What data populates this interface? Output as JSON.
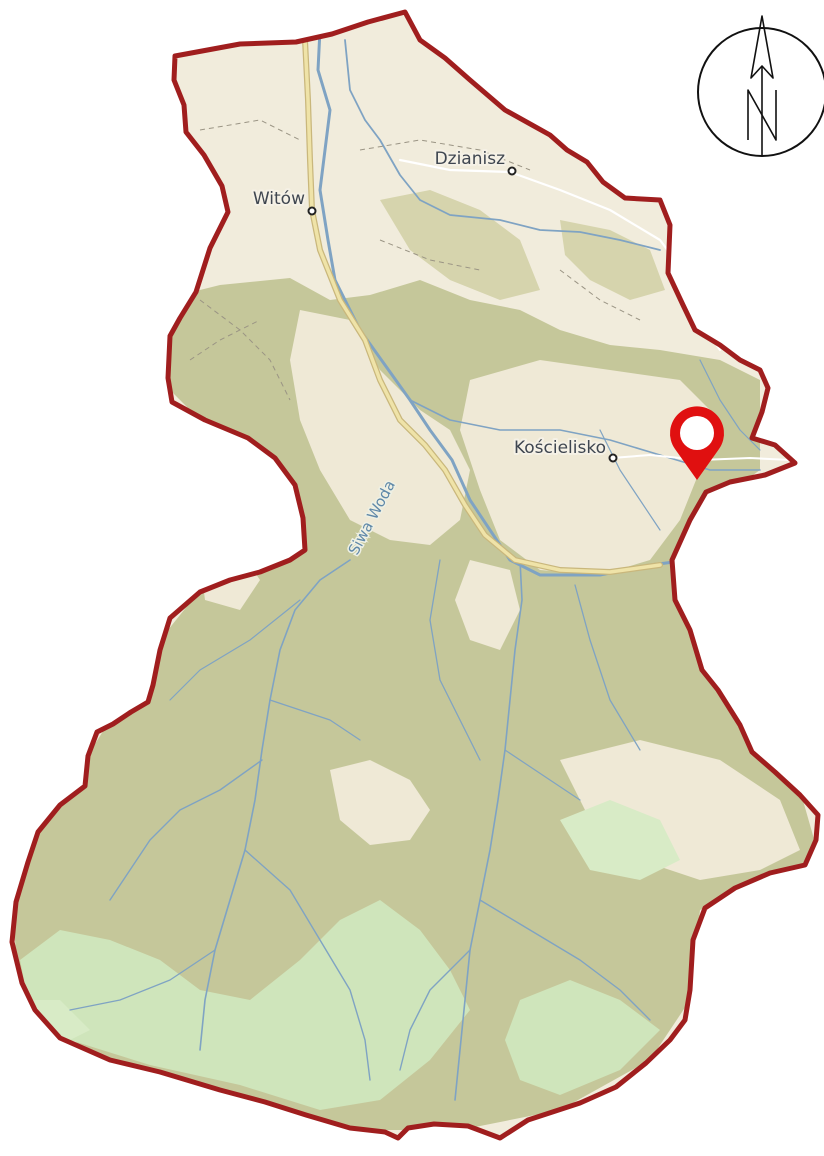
{
  "map": {
    "places": [
      {
        "id": "dzianisz",
        "label": "Dzianisz"
      },
      {
        "id": "witow",
        "label": "Witów"
      },
      {
        "id": "koscielisko",
        "label": "Kościelisko"
      }
    ],
    "river": {
      "label": "Siwa Woda"
    },
    "marker": {
      "name": "location-pin-icon",
      "color": "#e01010"
    },
    "compass": {
      "name": "north-arrow-icon",
      "letter": "N"
    },
    "colors": {
      "boundary": "#a01e1e",
      "lowland": "#f1ecdc",
      "forest": "#c5c79a",
      "meadow": "#cfe5bb",
      "water": "#7fa3c3",
      "road": "#e9dda0"
    }
  }
}
